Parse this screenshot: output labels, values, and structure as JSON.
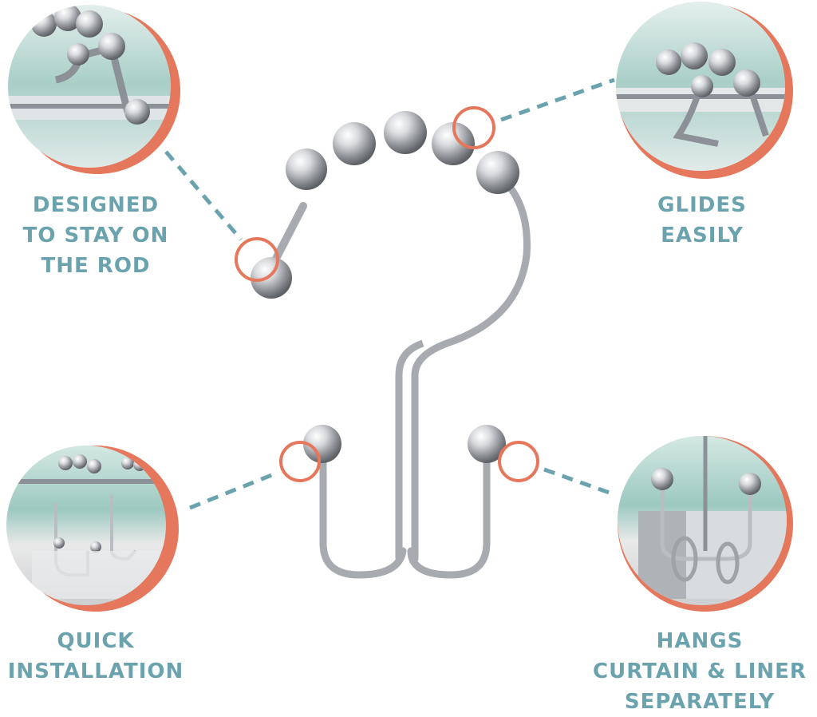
{
  "features": {
    "designed": {
      "lines": [
        "DESIGNED",
        "TO STAY ON",
        "THE ROD"
      ]
    },
    "glides": {
      "lines": [
        "GLIDES",
        "EASILY"
      ]
    },
    "quick": {
      "lines": [
        "QUICK",
        "INSTALLATION"
      ]
    },
    "hangs": {
      "lines": [
        "HANGS",
        "CURTAIN & LINER",
        "SEPARATELY"
      ]
    }
  },
  "colors": {
    "label_teal": "#6aa3ad",
    "accent_coral": "#e5775c",
    "connector_teal": "#6aa3ad",
    "chrome": "#b9bcc0",
    "photo_bg": "#cfe3df"
  },
  "icons": [
    "shower-ring-hook",
    "detail-photo-circle",
    "highlight-circle"
  ]
}
